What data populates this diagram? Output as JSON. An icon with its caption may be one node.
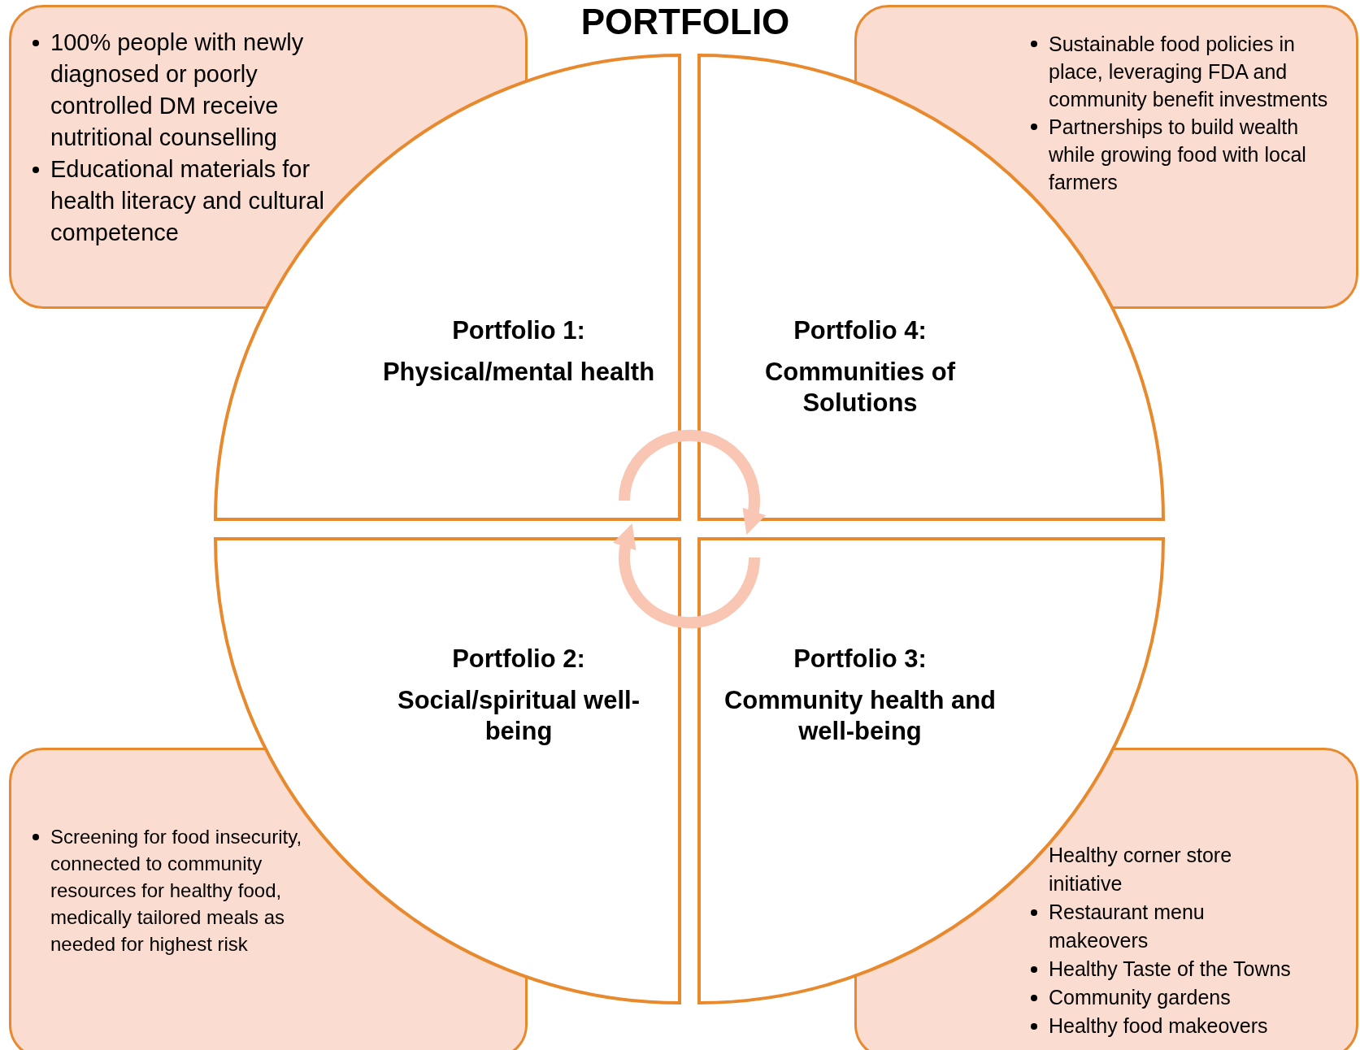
{
  "diagram": {
    "title": "PORTFOLIO",
    "nodes": [
      {
        "text": [
          "100% people with newly diagnosed or poorly controlled DM receive nutritional counselling",
          "Educational materials for health literacy and cultural competence"
        ]
      },
      {
        "text": [
          "Sustainable food policies in place, leveraging FDA and community benefit investments",
          "Partnerships to build wealth while growing food with local farmers"
        ]
      },
      {
        "text": [
          "Portfolio 1:",
          "Physical/mental health"
        ]
      },
      {
        "text": [
          "Portfolio 4:",
          "Communities of Solutions"
        ]
      },
      {
        "text": [
          "Portfolio 2:",
          "Social/spiritual well-being"
        ]
      },
      {
        "text": [
          "Portfolio 3:",
          "Community health and well-being"
        ]
      },
      {
        "text": [
          "Screening for food insecurity, connected to community resources for healthy food, medically tailored meals as needed for highest risk"
        ]
      },
      {
        "text": [
          "Healthy corner store initiative",
          "Restaurant menu makeovers",
          "Healthy Taste of the Towns",
          "Community gardens",
          "Healthy food makeovers"
        ]
      }
    ],
    "edges": [
      {
        "from": 2,
        "to": 3,
        "arrow": "to"
      },
      {
        "from": 5,
        "to": 4,
        "arrow": "to"
      }
    ]
  }
}
